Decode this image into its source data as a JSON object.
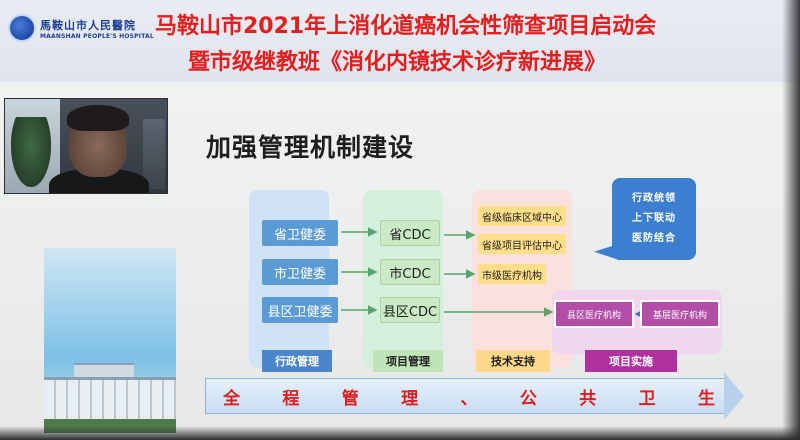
{
  "header": {
    "logo_cn": "馬鞍山市人民醫院",
    "logo_en": "MAANSHAN PEOPLE'S HOSPITAL",
    "title_line1": "马鞍山市2021年上消化道癌机会性筛查项目启动会",
    "title_line2": "暨市级继教班《消化内镜技术诊疗新进展》"
  },
  "slide": {
    "section_title": "加强管理机制建设",
    "admin": [
      "省卫健委",
      "市卫健委",
      "县区卫健委"
    ],
    "project": [
      "省CDC",
      "市CDC",
      "县区CDC"
    ],
    "tech": [
      "省级临床区域中心",
      "省级项目评估中心",
      "市级医疗机构"
    ],
    "impl": [
      "县区医疗机构",
      "基层医疗机构"
    ],
    "bubble": [
      "行政统领",
      "上下联动",
      "医防结合"
    ],
    "labels": {
      "admin": "行政管理",
      "project": "项目管理",
      "tech": "技术支持",
      "impl": "项目实施"
    },
    "banner_chars": [
      "全",
      "程",
      "管",
      "理",
      "、",
      "公",
      "共",
      "卫",
      "生"
    ]
  },
  "colors": {
    "title_red": "#e02020",
    "blue": "#5b9bd5",
    "green": "#c9eac4",
    "yellow": "#ffde8a",
    "purple": "#b34ea8"
  }
}
